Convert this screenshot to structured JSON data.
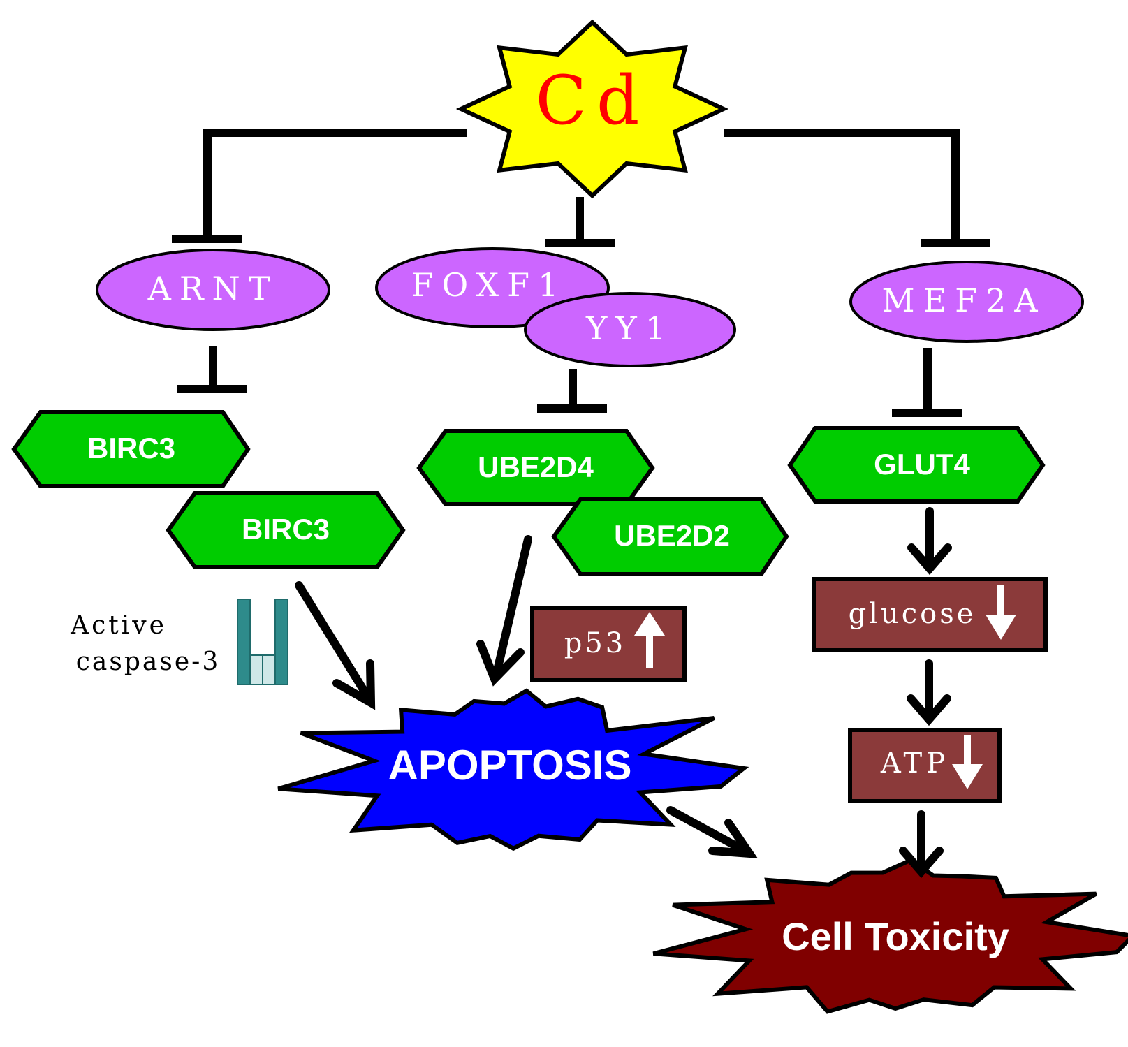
{
  "colors": {
    "cd_star": "#ffff00",
    "cd_text": "#ff0000",
    "tf_ellipse": "#cc66ff",
    "gene_hexagon": "#00cc00",
    "box_fill": "#8b3a3a",
    "apoptosis": "#0000ff",
    "toxicity": "#800000",
    "bar_fill": "#2e8b8b",
    "bar_light": "#cfe8e8"
  },
  "source": {
    "label": "Cd"
  },
  "transcription_factors": {
    "arnt": "ARNT",
    "foxf1": "FOXF1",
    "yy1": "YY1",
    "mef2a": "MEF2A"
  },
  "genes": {
    "birc3_a": "BIRC3",
    "birc3_b": "BIRC3",
    "ube2d4": "UBE2D4",
    "ube2d2": "UBE2D2",
    "glut4": "GLUT4"
  },
  "markers": {
    "p53": "p53",
    "glucose": "glucose",
    "atp": "ATP",
    "caspase_line1": "Active",
    "caspase_line2": "caspase-3"
  },
  "outcomes": {
    "apoptosis": "APOPTOSIS",
    "toxicity": "Cell Toxicity"
  },
  "icons": [
    "up-arrow-icon",
    "down-arrow-icon",
    "bar-chart-icon",
    "inhibition-icon",
    "activation-arrow-icon"
  ]
}
